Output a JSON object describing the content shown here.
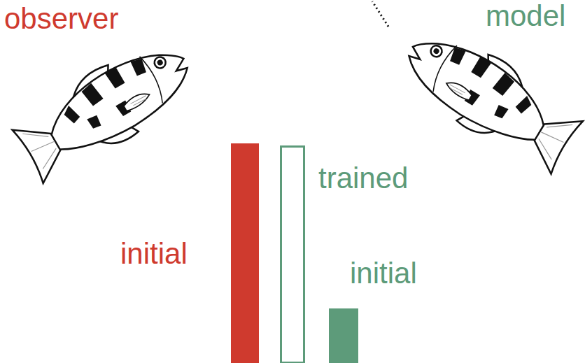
{
  "diagram": {
    "labels": [
      "observer",
      "model",
      "trained",
      "initial",
      "initial"
    ]
  }
}
